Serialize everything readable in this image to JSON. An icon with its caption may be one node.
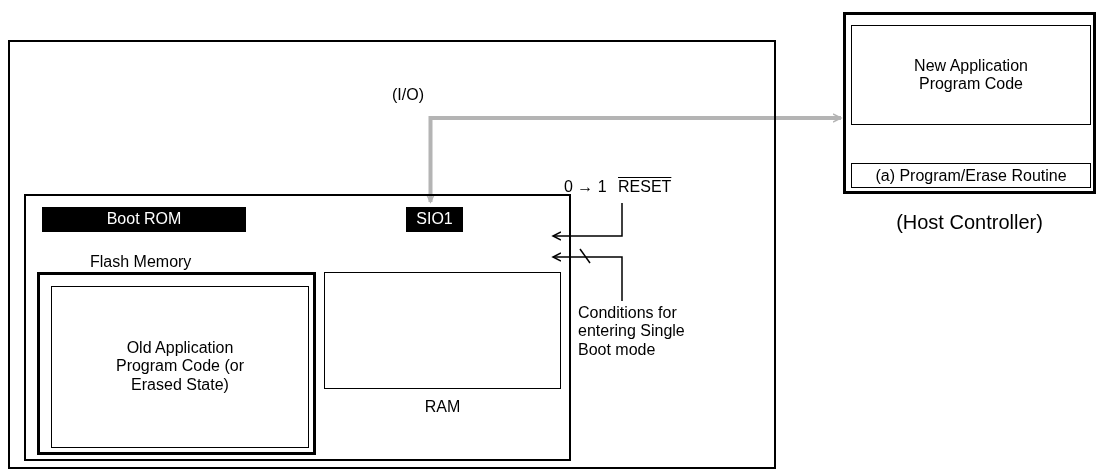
{
  "diagram": {
    "nodes": [
      {
        "text": [],
        "shape": "box"
      },
      {
        "text": [],
        "shape": "box",
        "in": 0
      },
      {
        "text": [
          "Boot ROM"
        ],
        "in": 1
      },
      {
        "text": [
          "SIO1"
        ],
        "in": 1
      },
      {
        "text": [
          "Flash Memory"
        ],
        "in": 1
      },
      {
        "text": [
          "Old Application Program Code (or Erased State)"
        ],
        "in": 4
      },
      {
        "text": [
          "RAM"
        ],
        "in": 1
      },
      {
        "text": [
          "(Host Controller)"
        ]
      },
      {
        "text": [
          "New Application Program Code"
        ],
        "in": 7
      },
      {
        "text": [
          "(a) Program/Erase Routine"
        ],
        "in": 7
      },
      {
        "text": [
          "0 → 1",
          "RESET"
        ],
        "in": 0
      },
      {
        "text": [
          "Conditions for entering Single Boot mode"
        ],
        "in": 0
      }
    ],
    "edges": [
      {
        "from": 3,
        "to": 7,
        "arrow": "both",
        "label": "(I/O)",
        "style": "thick",
        "color": "#b4b4b4"
      },
      {
        "from": 10,
        "to": 1,
        "arrow": "to"
      },
      {
        "from": 11,
        "to": 1,
        "arrow": "to"
      }
    ]
  }
}
